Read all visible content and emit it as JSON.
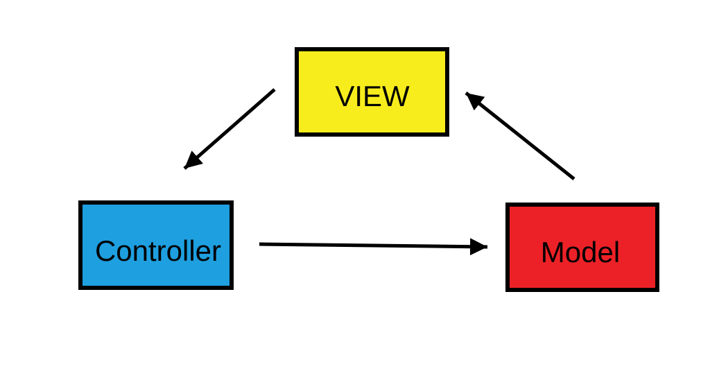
{
  "diagram": {
    "background_color": "#ffffff",
    "line_color": "#000000",
    "nodes": [
      {
        "id": "view",
        "label": "VIEW",
        "fill": "#f8ed1c",
        "border": "#000000"
      },
      {
        "id": "controller",
        "label": "Controller",
        "fill": "#1e9fe0",
        "border": "#000000"
      },
      {
        "id": "model",
        "label": "Model",
        "fill": "#ec2127",
        "border": "#000000"
      }
    ],
    "edges": [
      {
        "from": "VIEW",
        "to": "Controller"
      },
      {
        "from": "Controller",
        "to": "Model"
      },
      {
        "from": "Model",
        "to": "VIEW"
      }
    ]
  }
}
